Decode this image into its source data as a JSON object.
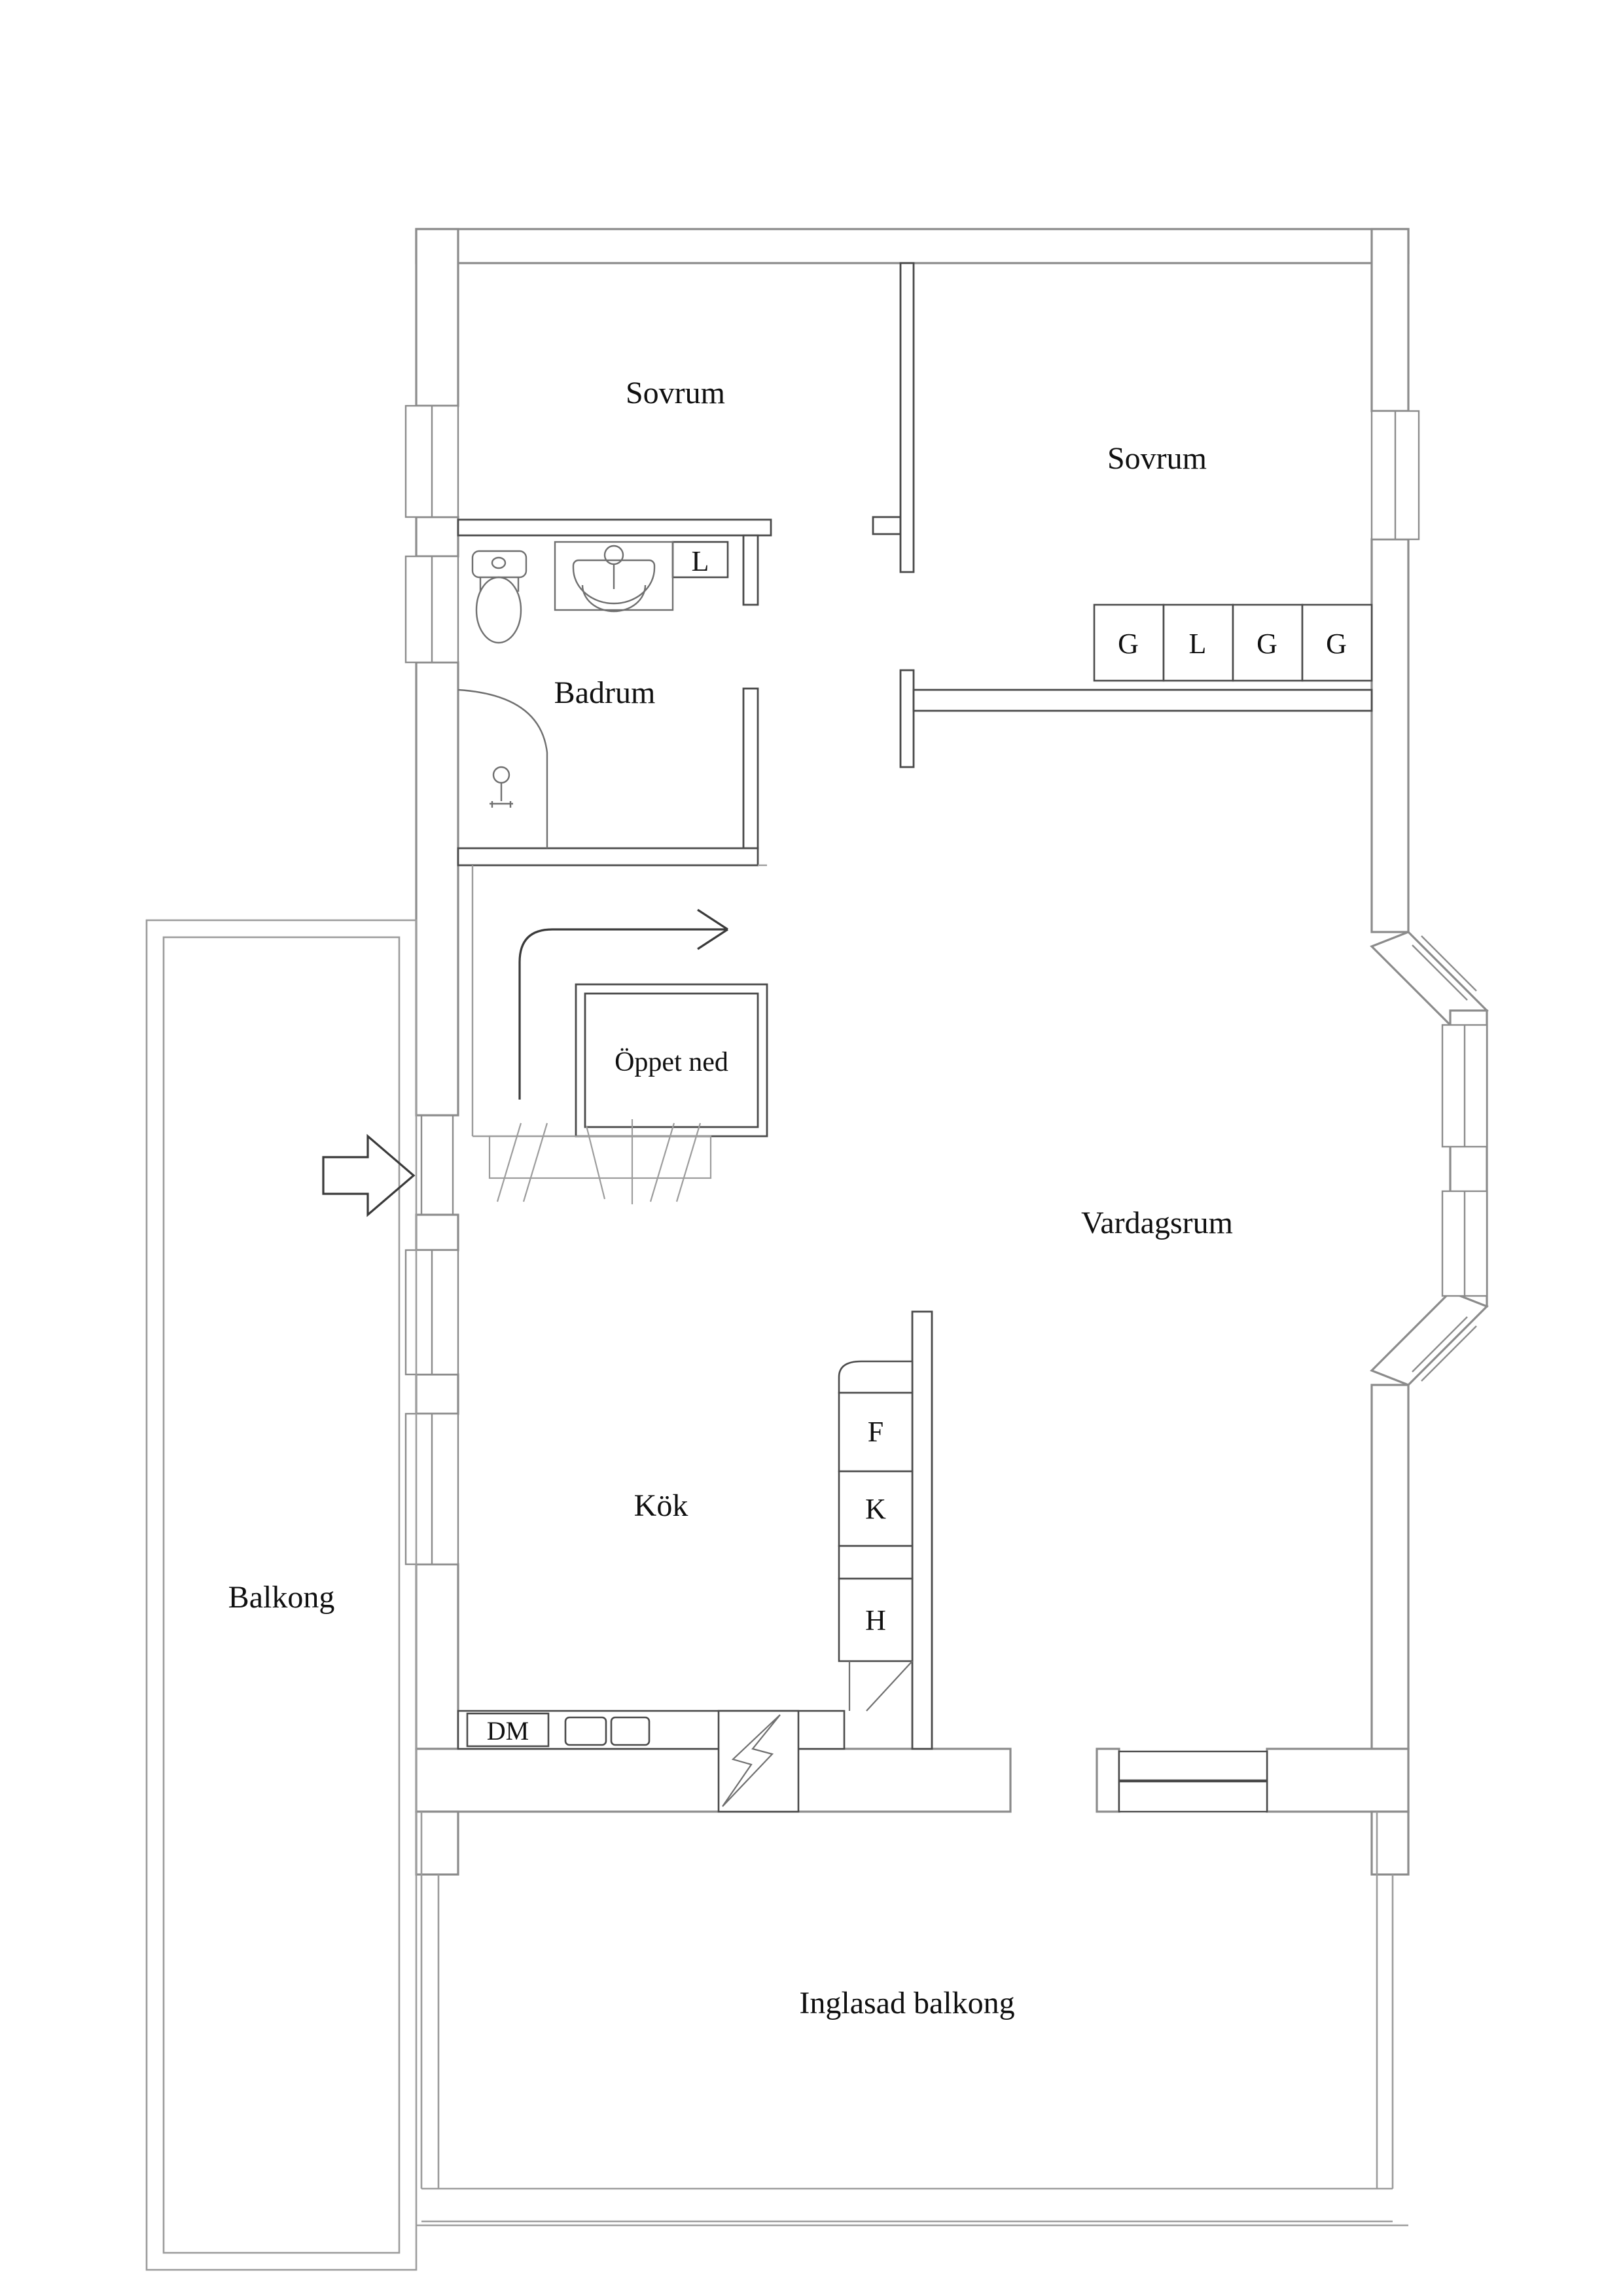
{
  "rooms": {
    "bedroom1": {
      "label": "Sovrum"
    },
    "bedroom2": {
      "label": "Sovrum"
    },
    "bathroom": {
      "label": "Badrum"
    },
    "stairwell": {
      "label": "Öppet ned"
    },
    "living_room": {
      "label": "Vardagsrum"
    },
    "kitchen": {
      "label": "Kök"
    },
    "balcony": {
      "label": "Balkong"
    },
    "glazed_balcony": {
      "label": "Inglasad balkong"
    }
  },
  "closets": {
    "row": [
      "G",
      "L",
      "G",
      "G"
    ],
    "bathroom_closet": "L"
  },
  "appliances": {
    "fridge": "F",
    "freezer": "K",
    "cabinet": "H",
    "dishwasher": "DM"
  },
  "colors": {
    "wall": "#8b8b8b",
    "thin": "#9c9c9c",
    "box": "#4a4a4a",
    "fixture": "#6f6f6f",
    "arrow": "#3a3a3a",
    "text": "#101010",
    "bg": "#ffffff"
  }
}
